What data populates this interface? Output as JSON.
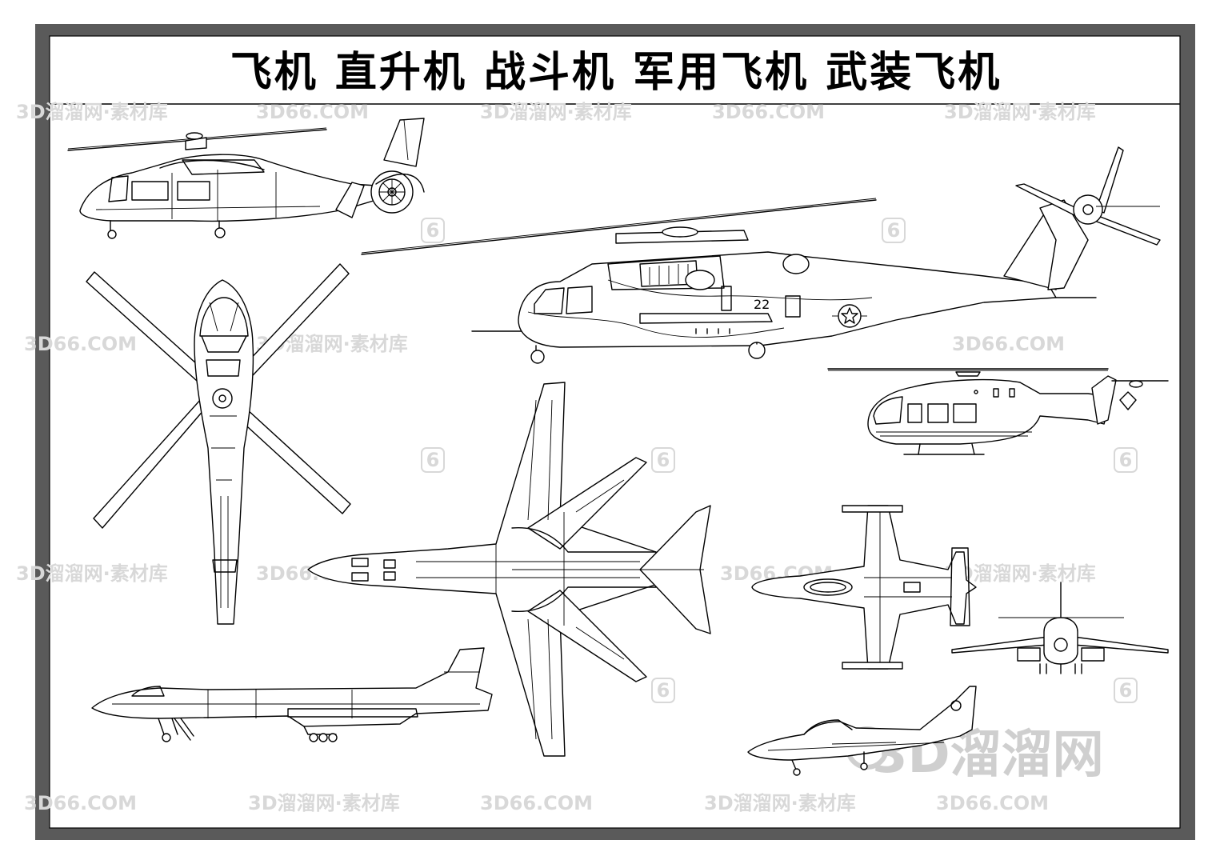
{
  "title": "飞机  直升机  战斗机  军用飞机  武装飞机",
  "aircraft": {
    "heavy_helicopter": {
      "nose_number": "22"
    }
  },
  "watermarks": {
    "site_domain": "3D66.COM",
    "site_name": "3D溜溜网·素材库",
    "brand": "3D溜溜网",
    "icon": "6"
  },
  "colors": {
    "frame_outer": "#5a5a5a",
    "frame_inner": "#ffffff",
    "line": "#000000",
    "watermark": "#d8d8d8"
  },
  "icons": [
    "watermark-6-icon",
    "brand-logo-icon"
  ]
}
